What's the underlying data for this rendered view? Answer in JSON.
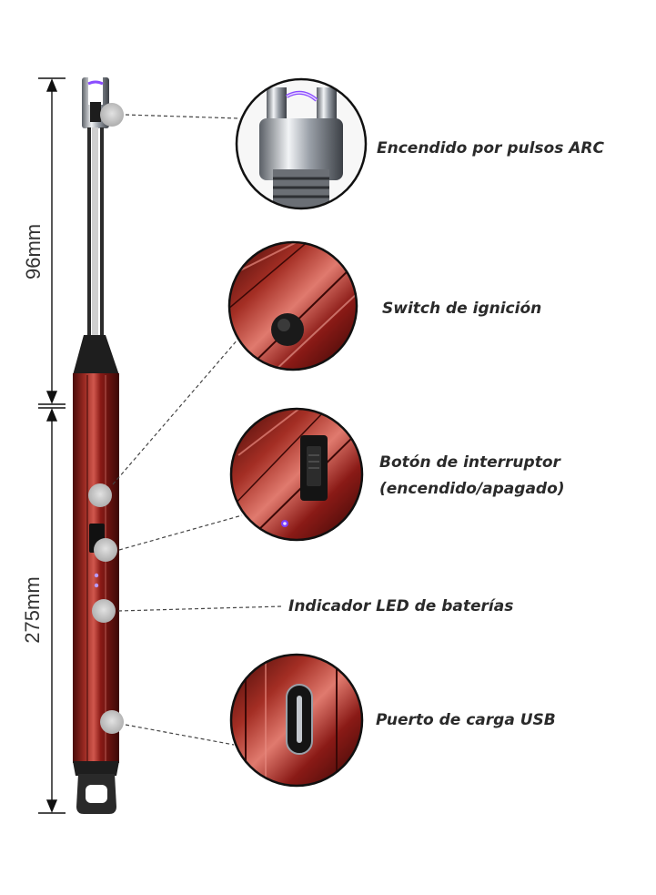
{
  "dimensions": {
    "top_length": "96mm",
    "bottom_length": "275mm"
  },
  "features": [
    {
      "lines": [
        "Encendido por pulsos ARC"
      ],
      "icon": "arc-electrode-icon"
    },
    {
      "lines": [
        "Switch de ignición"
      ],
      "icon": "ignition-switch-icon"
    },
    {
      "lines": [
        "Botón de interruptor",
        "(encendido/apagado)"
      ],
      "icon": "power-slider-icon"
    },
    {
      "lines": [
        "Indicador LED de baterías"
      ],
      "icon": "battery-led-icon"
    },
    {
      "lines": [
        "Puerto de carga USB"
      ],
      "icon": "usb-c-port-icon"
    }
  ],
  "colors": {
    "body": "#8a1a16",
    "body_highlight": "#d0574d",
    "metal": "#b8bdc4",
    "led": "#7b3cff"
  }
}
